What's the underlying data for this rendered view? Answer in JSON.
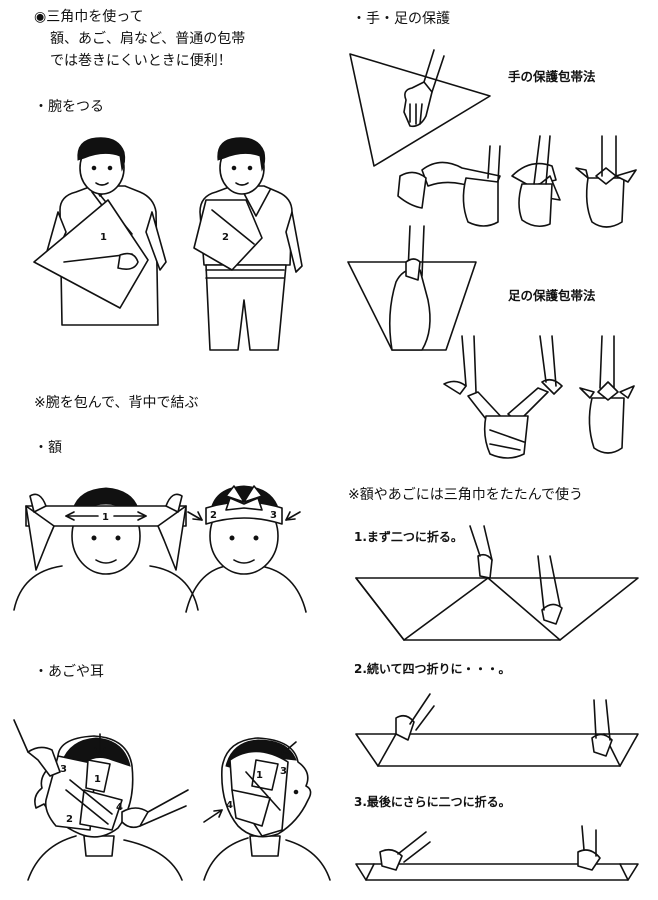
{
  "intro": {
    "line1": "◉三角巾を使って",
    "line2": "額、あご、肩など、普通の包帯",
    "line3": "では巻きにくいときに便利！"
  },
  "sections": {
    "arm": "・腕をつる",
    "arm_note": "※腕を包んで、背中で結ぶ",
    "forehead": "・額",
    "chin_ear": "・あごや耳",
    "hand_foot": "・手・足の保護",
    "hand_method": "手の保護包帯法",
    "foot_method": "足の保護包帯法",
    "fold_note": "※額やあごには三角巾をたたんで使う"
  },
  "steps": {
    "s1": "1.まず二つに折る。",
    "s2": "2.続いて四つ折りに・・・。",
    "s3": "3.最後にさらに二つに折る。"
  },
  "numbers": {
    "one": "1",
    "two": "2",
    "three": "3",
    "four": "4"
  }
}
